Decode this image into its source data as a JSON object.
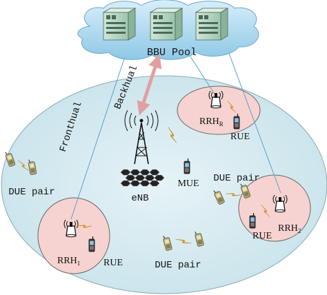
{
  "labels": {
    "bbu_pool": "BBU Pool",
    "backhaul": "Backhual",
    "fronthaul": "Fronthual",
    "enb": "eNB",
    "mue": "MUE",
    "due_pair_left": "DUE pair",
    "due_pair_right": "DUE pair",
    "due_pair_bottom": "DUE pair",
    "rrh1_main": "RRH",
    "rrh1_sub": "1",
    "rrh2_main": "RRH",
    "rrh2_sub": "2",
    "rrhr_main": "RRH",
    "rrhr_sub": "R",
    "rue_1": "RUE",
    "rue_2": "RUE",
    "rue_r": "RUE"
  },
  "colors": {
    "macro_cell_fill": "#d4e9ef",
    "small_cell_fill": "#f6d3d0",
    "cloud_fill": "#a9d5ea",
    "link_arrow": "#e0a0a0",
    "signal_bolt": "#f0a020",
    "fronthaul_line": "#5aa0d0"
  }
}
